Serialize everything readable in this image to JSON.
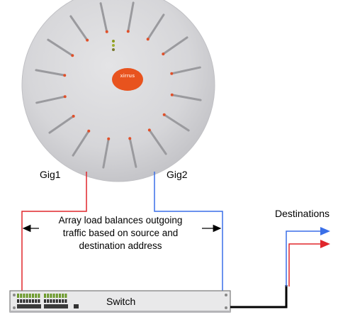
{
  "labels": {
    "gig1": "Gig1",
    "gig2": "Gig2",
    "destinations": "Destinations",
    "switch": "Switch",
    "logo_text": "xirrus"
  },
  "annotation": {
    "line1": "Array load balances outgoing",
    "line2": "traffic based on source and",
    "line3": "destination address"
  },
  "colors": {
    "gig1_link": "#e0262c",
    "gig2_link": "#3a6fe8",
    "device_body": "#d9d9dc",
    "logo_disc": "#e8531e",
    "switch_body": "#e9e9ea",
    "trunk": "#000000"
  }
}
